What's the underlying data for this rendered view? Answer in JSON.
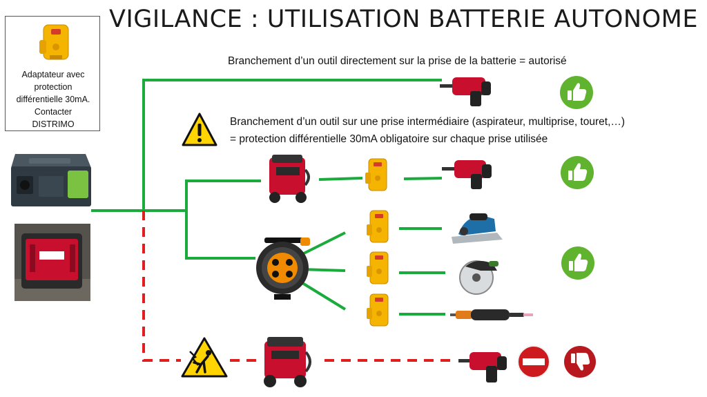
{
  "title": "VIGILANCE : UTILISATION BATTERIE AUTONOME",
  "adapter_note": {
    "lines": [
      "Adaptateur avec",
      "protection",
      "différentielle 30mA.",
      "Contacter",
      "DISTRIMO"
    ]
  },
  "branch_direct": {
    "caption": "Branchement d’un outil directement sur la prise de la batterie  = autorisé",
    "verdict_icon": "thumbs-up-icon"
  },
  "branch_intermediate": {
    "caption_line1": "Branchement d’un outil sur une prise intermédiaire (aspirateur, multiprise, touret,…)",
    "caption_line2": "=  protection différentielle 30mA obligatoire sur chaque prise utilisée",
    "warning_icon": "warning-triangle-icon",
    "verdict_icon": "thumbs-up-icon"
  },
  "branch_forbidden": {
    "warning_icon": "electric-shock-warning-icon",
    "verdict_icons": [
      "no-entry-icon",
      "thumbs-down-icon"
    ]
  },
  "colors": {
    "allowed_line": "#1aab3c",
    "forbidden_line": "#e01e1e",
    "thumb_green": "#5fb32e",
    "thumb_red": "#b8191f",
    "tool_red": "#c8102e",
    "adapter_yellow": "#f4b400",
    "warning_yellow": "#ffd400"
  }
}
